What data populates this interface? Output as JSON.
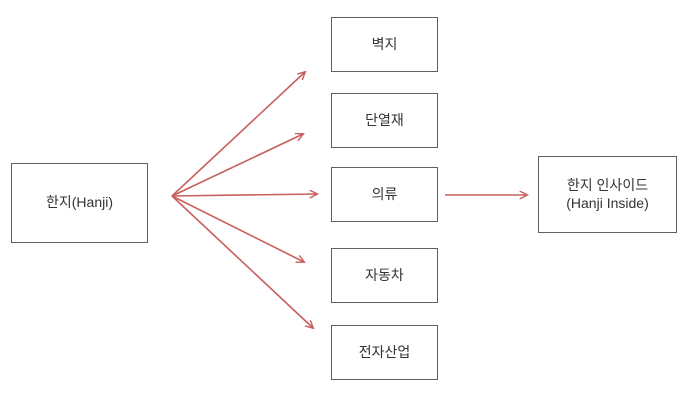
{
  "diagram": {
    "source_box": {
      "label": "한지(Hanji)"
    },
    "category_boxes": [
      {
        "id": "wallpaper",
        "label": "벽지"
      },
      {
        "id": "insulation",
        "label": "단열재"
      },
      {
        "id": "clothing",
        "label": "의류"
      },
      {
        "id": "automobile",
        "label": "자동차"
      },
      {
        "id": "electronics",
        "label": "전자산업"
      }
    ],
    "result_box": {
      "line1": "한지 인사이드",
      "line2": "(Hanji Inside)"
    },
    "connections": [
      {
        "from": "한지(Hanji)",
        "to": "벽지"
      },
      {
        "from": "한지(Hanji)",
        "to": "단열재"
      },
      {
        "from": "한지(Hanji)",
        "to": "의류"
      },
      {
        "from": "한지(Hanji)",
        "to": "자동차"
      },
      {
        "from": "한지(Hanji)",
        "to": "전자산업"
      },
      {
        "from": "의류",
        "to": "한지 인사이드 (Hanji Inside)"
      }
    ],
    "colors": {
      "arrow": "#c75f5f",
      "box_border": "#5f5f5f",
      "text": "#333333",
      "background": "#ffffff"
    }
  }
}
